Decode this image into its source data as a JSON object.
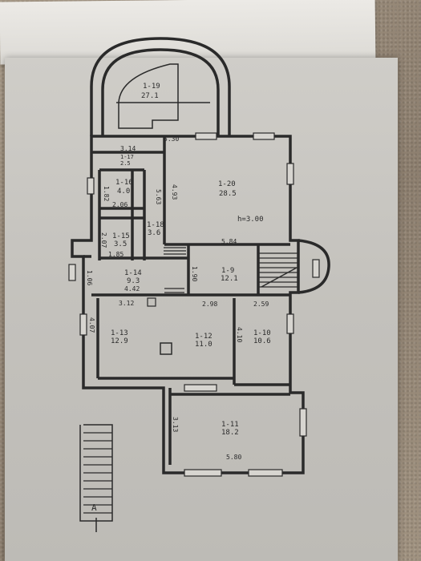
{
  "rooms": [
    {
      "id": "1-19",
      "area": "27.1"
    },
    {
      "id": "1-20",
      "area": "28.5"
    },
    {
      "id": "1-17",
      "area": "2.5"
    },
    {
      "id": "1-16",
      "area": "4.0"
    },
    {
      "id": "1-15",
      "area": "3.5"
    },
    {
      "id": "1-18",
      "area": "3.6"
    },
    {
      "id": "1-14",
      "area": "9.3"
    },
    {
      "id": "1-9",
      "area": "12.1"
    },
    {
      "id": "1-13",
      "area": "12.9"
    },
    {
      "id": "1-12",
      "area": "11.0"
    },
    {
      "id": "1-10",
      "area": "10.6"
    },
    {
      "id": "1-11",
      "area": "18.2"
    }
  ],
  "dimensions": [
    "5.30",
    "3.14",
    "1.82",
    "2.06",
    "5.63",
    "4.93",
    "2.07",
    "1.85",
    "5.84",
    "1.06",
    "1.90",
    "4.42",
    "3.12",
    "2.98",
    "2.59",
    "4.07",
    "4.10",
    "3.13",
    "5.80"
  ],
  "ceiling_height": "h=3.00",
  "entry_mark": "A"
}
